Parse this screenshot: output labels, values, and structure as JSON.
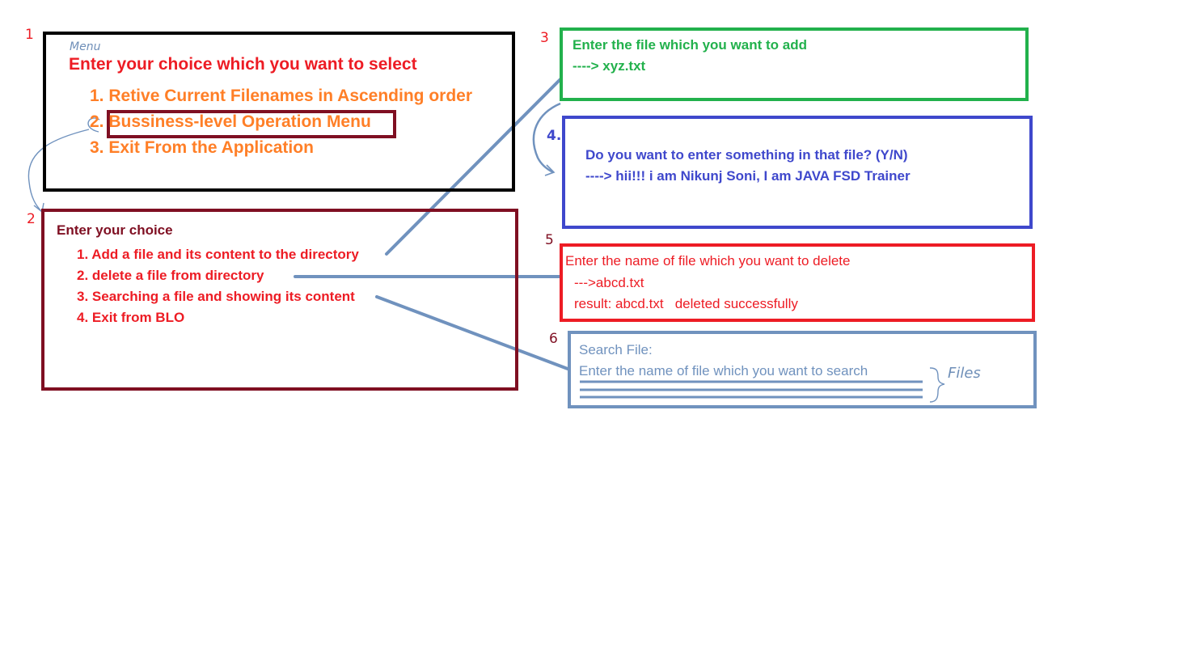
{
  "box1": {
    "number": "1",
    "annotation": "Menu",
    "title": "Enter your choice which you want to select",
    "options": [
      "1. Retive Current Filenames in Ascending order",
      "2. Bussiness-level Operation Menu",
      "3. Exit From the Application"
    ]
  },
  "box2": {
    "number": "2",
    "title": "Enter your choice",
    "options": [
      "1. Add a file and its content to the directory",
      "2. delete a file from directory",
      "3. Searching a file and showing its content",
      "4. Exit from BLO"
    ]
  },
  "box3": {
    "number": "3",
    "prompt": "Enter the file which you want to add",
    "input": "----> xyz.txt"
  },
  "box4": {
    "number": "4.",
    "prompt": "Do you want to enter something in that file? (Y/N)",
    "input": "----> hii!!! i am Nikunj Soni, I am JAVA FSD Trainer"
  },
  "box5": {
    "number": "5",
    "prompt": "Enter the name of file which you want to delete",
    "input": "--->abcd.txt",
    "result": "result: abcd.txt   deleted successfully"
  },
  "box6": {
    "number": "6",
    "title": "Search File:",
    "prompt": "Enter the name of file which you want to search",
    "annotation": "Files"
  },
  "colors": {
    "black": "#000000",
    "maroon": "#7f0f22",
    "orange": "#ff7f27",
    "red": "#ed1c24",
    "green": "#22b14c",
    "blue": "#3f48cc",
    "steel": "#7092be"
  }
}
